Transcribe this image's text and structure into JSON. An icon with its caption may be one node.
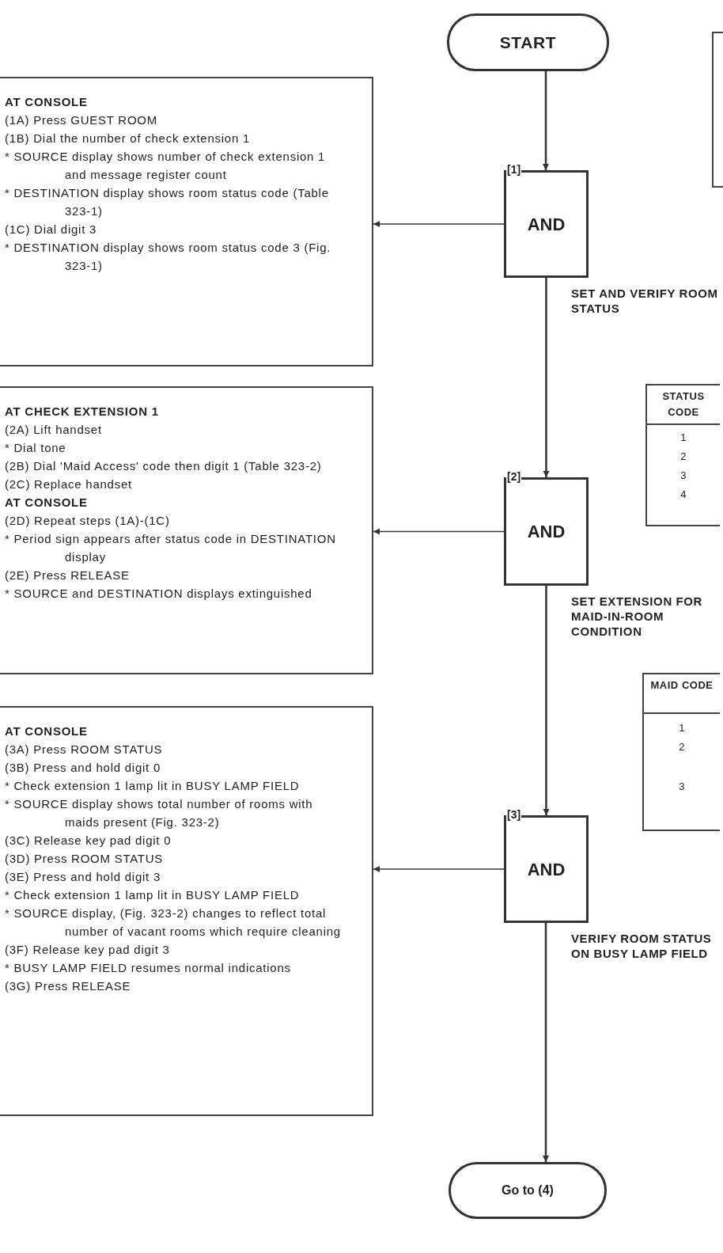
{
  "diagram": {
    "nodes": [
      {
        "text": [
          "START"
        ]
      },
      {
        "text": [
          "AND"
        ],
        "beside": [
          "[1]",
          "SET AND VERIFY ROOM STATUS"
        ]
      },
      {
        "text": [
          "AND"
        ],
        "beside": [
          "[2]",
          "SET EXTENSION FOR MAID-IN-ROOM CONDITION"
        ]
      },
      {
        "text": [
          "AND"
        ],
        "beside": [
          "[3]",
          "VERIFY ROOM STATUS ON BUSY LAMP FIELD"
        ]
      },
      {
        "text": [
          "Go to (4)"
        ]
      },
      {
        "text": [
          "**AT CONSOLE**",
          "(1A) Press GUEST ROOM",
          "(1B) Dial the number of check extension 1",
          "* SOURCE display shows number of check extension 1 and message register count",
          "* DESTINATION display shows room status code (Table 323-1)",
          "(1C) Dial digit 3",
          "* DESTINATION display shows room status code 3 (Fig. 323-1)"
        ]
      },
      {
        "text": [
          "**AT CHECK EXTENSION 1**",
          "(2A) Lift handset",
          "* Dial tone",
          "(2B) Dial 'Maid Access' code then digit 1 (Table 323-2)",
          "(2C) Replace handset",
          "**AT CONSOLE**",
          "(2D) Repeat steps (1A)-(1C)",
          "* Period sign appears after status code in DESTINATION display",
          "(2E) Press RELEASE",
          "* SOURCE and DESTINATION displays extinguished"
        ]
      },
      {
        "text": [
          "**AT CONSOLE**",
          "(3A) Press ROOM STATUS",
          "(3B) Press and hold digit 0",
          "* Check extension 1 lamp lit in BUSY LAMP FIELD",
          "* SOURCE display shows total number of rooms with maids present (Fig. 323-2)",
          "(3C) Release key pad digit 0",
          "(3D) Press ROOM STATUS",
          "(3E) Press and hold digit 3",
          "* Check extension 1 lamp lit in BUSY LAMP FIELD",
          "* SOURCE display, (Fig. 323-2) changes to reflect total number of vacant rooms which require cleaning",
          "(3F) Release key pad digit 3",
          "* BUSY LAMP FIELD resumes normal indications",
          "(3G) Press RELEASE"
        ]
      }
    ],
    "edges": [
      {
        "from": 0,
        "to": 1,
        "arrow": "to"
      },
      {
        "from": 1,
        "to": 2,
        "arrow": "to"
      },
      {
        "from": 2,
        "to": 3,
        "arrow": "to"
      },
      {
        "from": 3,
        "to": 4,
        "arrow": "to"
      },
      {
        "from": 1,
        "to": 5,
        "arrow": "to"
      },
      {
        "from": 2,
        "to": 6,
        "arrow": "to"
      },
      {
        "from": 3,
        "to": 7,
        "arrow": "to"
      }
    ],
    "labels": [
      "STATUS CODE",
      "1",
      "2",
      "3",
      "4",
      "MAID CODE",
      "1",
      "2",
      "3"
    ]
  }
}
